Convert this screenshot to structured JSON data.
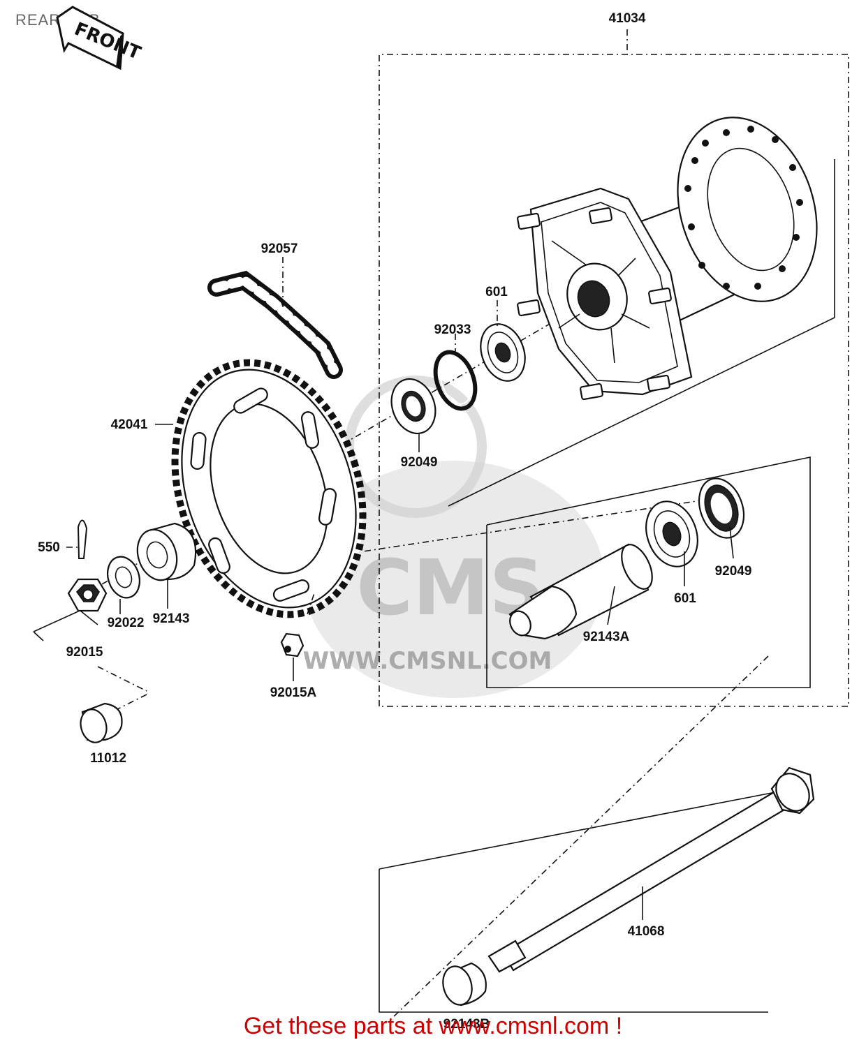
{
  "title": "REAR HUB",
  "front_indicator": "FRONT",
  "watermark": {
    "logo_text": "CMS",
    "url_text": "WWW.CMSNL.COM"
  },
  "labels": {
    "hub_assembly": "41034",
    "chain": "92057",
    "sprocket": "42041",
    "bearing_upper": "601",
    "circlip": "92033",
    "oil_seal_upper": "92049",
    "cotter_pin": "550",
    "washer": "92022",
    "collar": "92143",
    "axle_nut": "92015",
    "sprocket_nut": "92015A",
    "cap": "11012",
    "distance_collar": "92143A",
    "bearing_lower": "601",
    "oil_seal_lower": "92049",
    "axle": "41068",
    "axle_collar": "92143B"
  },
  "footer": {
    "text": "Get these parts at www.cmsnl.com !"
  },
  "colors": {
    "ink": "#111111",
    "footer_link": "#cc0000",
    "watermark": "#d8d8d8"
  }
}
